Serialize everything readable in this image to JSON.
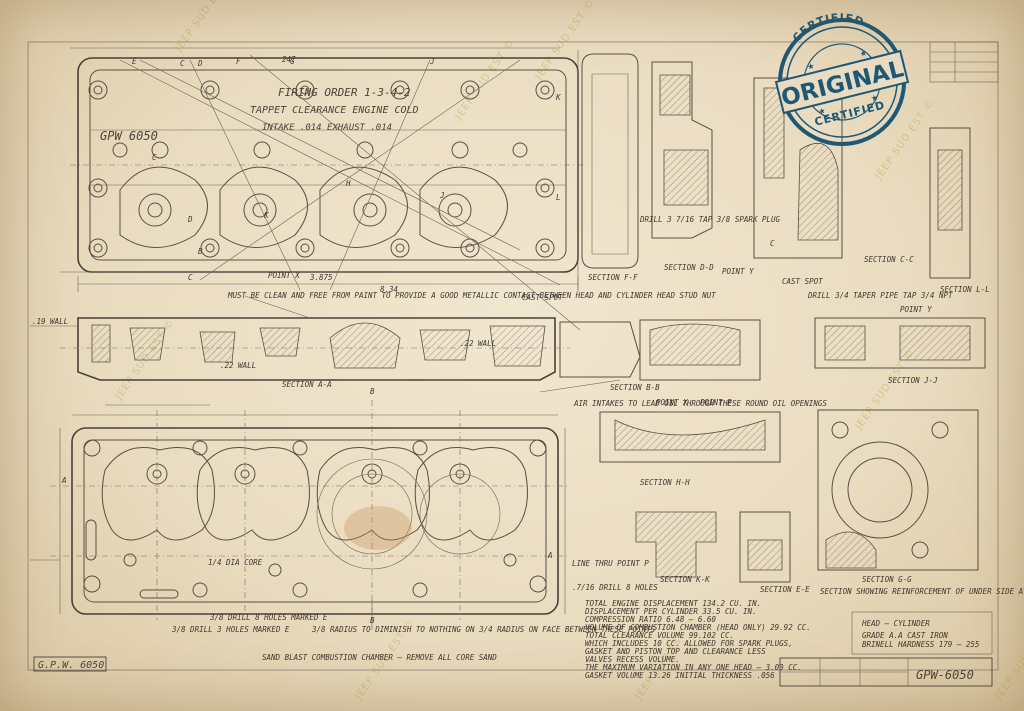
{
  "drawing": {
    "part_number": "GPW-6050",
    "bottom_left_tag": "G.P.W. 6050",
    "title_block": {
      "title": "HEAD – CYLINDER",
      "material_line1": "GRADE A.A CAST IRON",
      "material_line2": "BRINELL HARDNESS 179 – 255"
    }
  },
  "top_view": {
    "firing_order": "FIRING ORDER 1-3-4-2",
    "tappet_line": "TAPPET CLEARANCE ENGINE COLD",
    "intake_exhaust": "INTAKE .014 EXHAUST .014",
    "casting_number": "GPW 6050",
    "section_letters": [
      "E",
      "C",
      "D",
      "F",
      "G",
      "H",
      "J",
      "K",
      "L",
      "B",
      "A"
    ],
    "dim_top": "247",
    "dim_bottom_1": "3.875",
    "dim_bottom_2": "8.34",
    "point_x": "POINT X"
  },
  "notes": {
    "clean_note": "MUST BE CLEAN AND FREE FROM PAINT TO PROVIDE A GOOD METALLIC CONTACT BETWEEN HEAD AND CYLINDER HEAD STUD NUT",
    "cored_note": "AIR INTAKES TO LEAD OIL THROUGH THESE ROUND OIL OPENINGS",
    "drill_note_1": "DRILL 3 7/16 TAP 3/8 SPARK PLUG",
    "cast_spot_1": "CAST SPOT",
    "cast_spot_2": "CAST SPOT",
    "drill_note_2": "DRILL 3/4 TAPER PIPE TAP 3/4 NPT",
    "taper_note": "3/8 DRILL 8 HOLES",
    "radius_note": "3/8 RADIUS TO DIMINISH TO NOTHING ON 3/4 RADIUS ON FACE BETWEEN THESE POINTS",
    "sand_blast": "SAND BLAST COMBUSTION CHAMBER – REMOVE ALL CORE SAND",
    "line_note": "LINE THRU POINT P",
    "drill_holes": ".7/16 DRILL 8 HOLES",
    "drill_bottom_1": "3/8 DRILL 3 HOLES MARKED E",
    "drill_bottom_2": "3/8 DRILL 8 HOLES MARKED E",
    "section_gg_note": "SECTION SHOWING REINFORCEMENT OF UNDER SIDE AT WATER OUTLET OPENING",
    "core_note": "1/4 DIA CORE",
    "wall_1": ".19 WALL",
    "wall_2": ".22 WALL",
    "wall_3": ".22 WALL"
  },
  "specs": [
    "TOTAL ENGINE DISPLACEMENT 134.2 CU. IN.",
    "DISPLACEMENT PER CYLINDER 33.5 CU. IN.",
    "COMPRESSION RATIO 6.48 – 6.60",
    "VOLUME OF COMBUSTION CHAMBER (HEAD ONLY) 29.92 CC.",
    "TOTAL CLEARANCE VOLUME 99.102 CC.",
    "WHICH INCLUDES 10 CC. ALLOWED FOR SPARK PLUGS,",
    "GASKET AND PISTON TOP AND CLEARANCE LESS",
    "VALVES RECESS VOLUME.",
    "THE MAXIMUM VARIATION IN ANY ONE HEAD – 3.00 CC.",
    "GASKET VOLUME 13.26 INITIAL THICKNESS .056"
  ],
  "sections": {
    "aa": "SECTION A-A",
    "bb": "SECTION B-B",
    "dd": "SECTION D-D",
    "ff": "SECTION F-F",
    "cc": "SECTION C-C",
    "ll": "SECTION L-L",
    "jj": "SECTION J-J",
    "hh": "SECTION H-H",
    "kk": "SECTION K-K",
    "ee": "SECTION E-E",
    "gg": "SECTION G-G",
    "point_x": "POINT X",
    "point_y": "POINT Y",
    "point_p": "POINT P",
    "point_y2": "POINT Y"
  },
  "stamp": {
    "ring_top": "CERTIFIED",
    "main": "ORIGINAL",
    "ring_bottom": "CERTIFIED",
    "color": "#1d5876"
  },
  "watermark": "JEEP SUD EST ©"
}
